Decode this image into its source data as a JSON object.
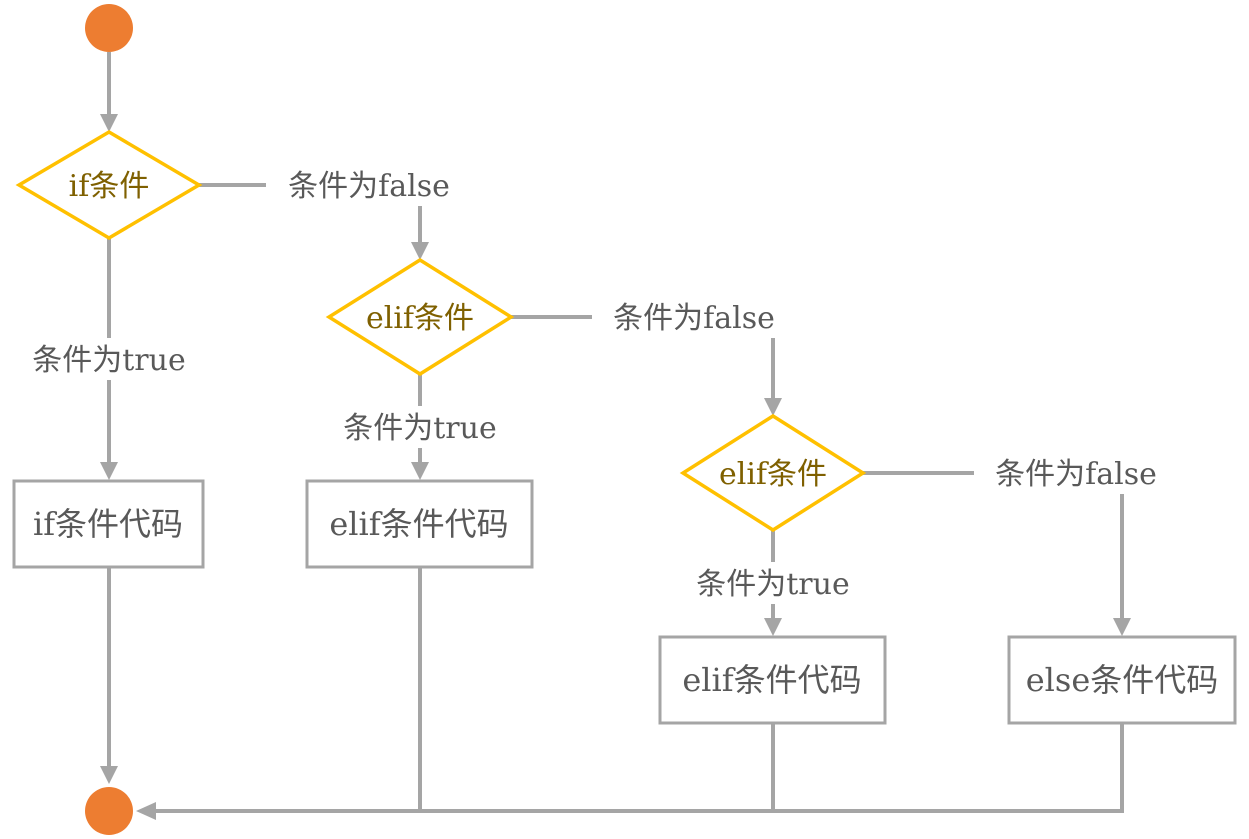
{
  "diagram": {
    "type": "flowchart",
    "decisions": {
      "if": "if条件",
      "elif1": "elif条件",
      "elif2": "elif条件"
    },
    "processes": {
      "if_code": "if条件代码",
      "elif1_code": "elif条件代码",
      "elif2_code": "elif条件代码",
      "else_code": "else条件代码"
    },
    "edge_labels": {
      "if_false": "条件为false",
      "if_true": "条件为true",
      "elif1_false": "条件为false",
      "elif1_true": "条件为true",
      "elif2_false": "条件为false",
      "elif2_true": "条件为true"
    },
    "colors": {
      "terminal": "#ed7d31",
      "decision_border": "#ffc000",
      "decision_text": "#7f6000",
      "connector": "#a5a5a5",
      "text": "#595959"
    }
  }
}
